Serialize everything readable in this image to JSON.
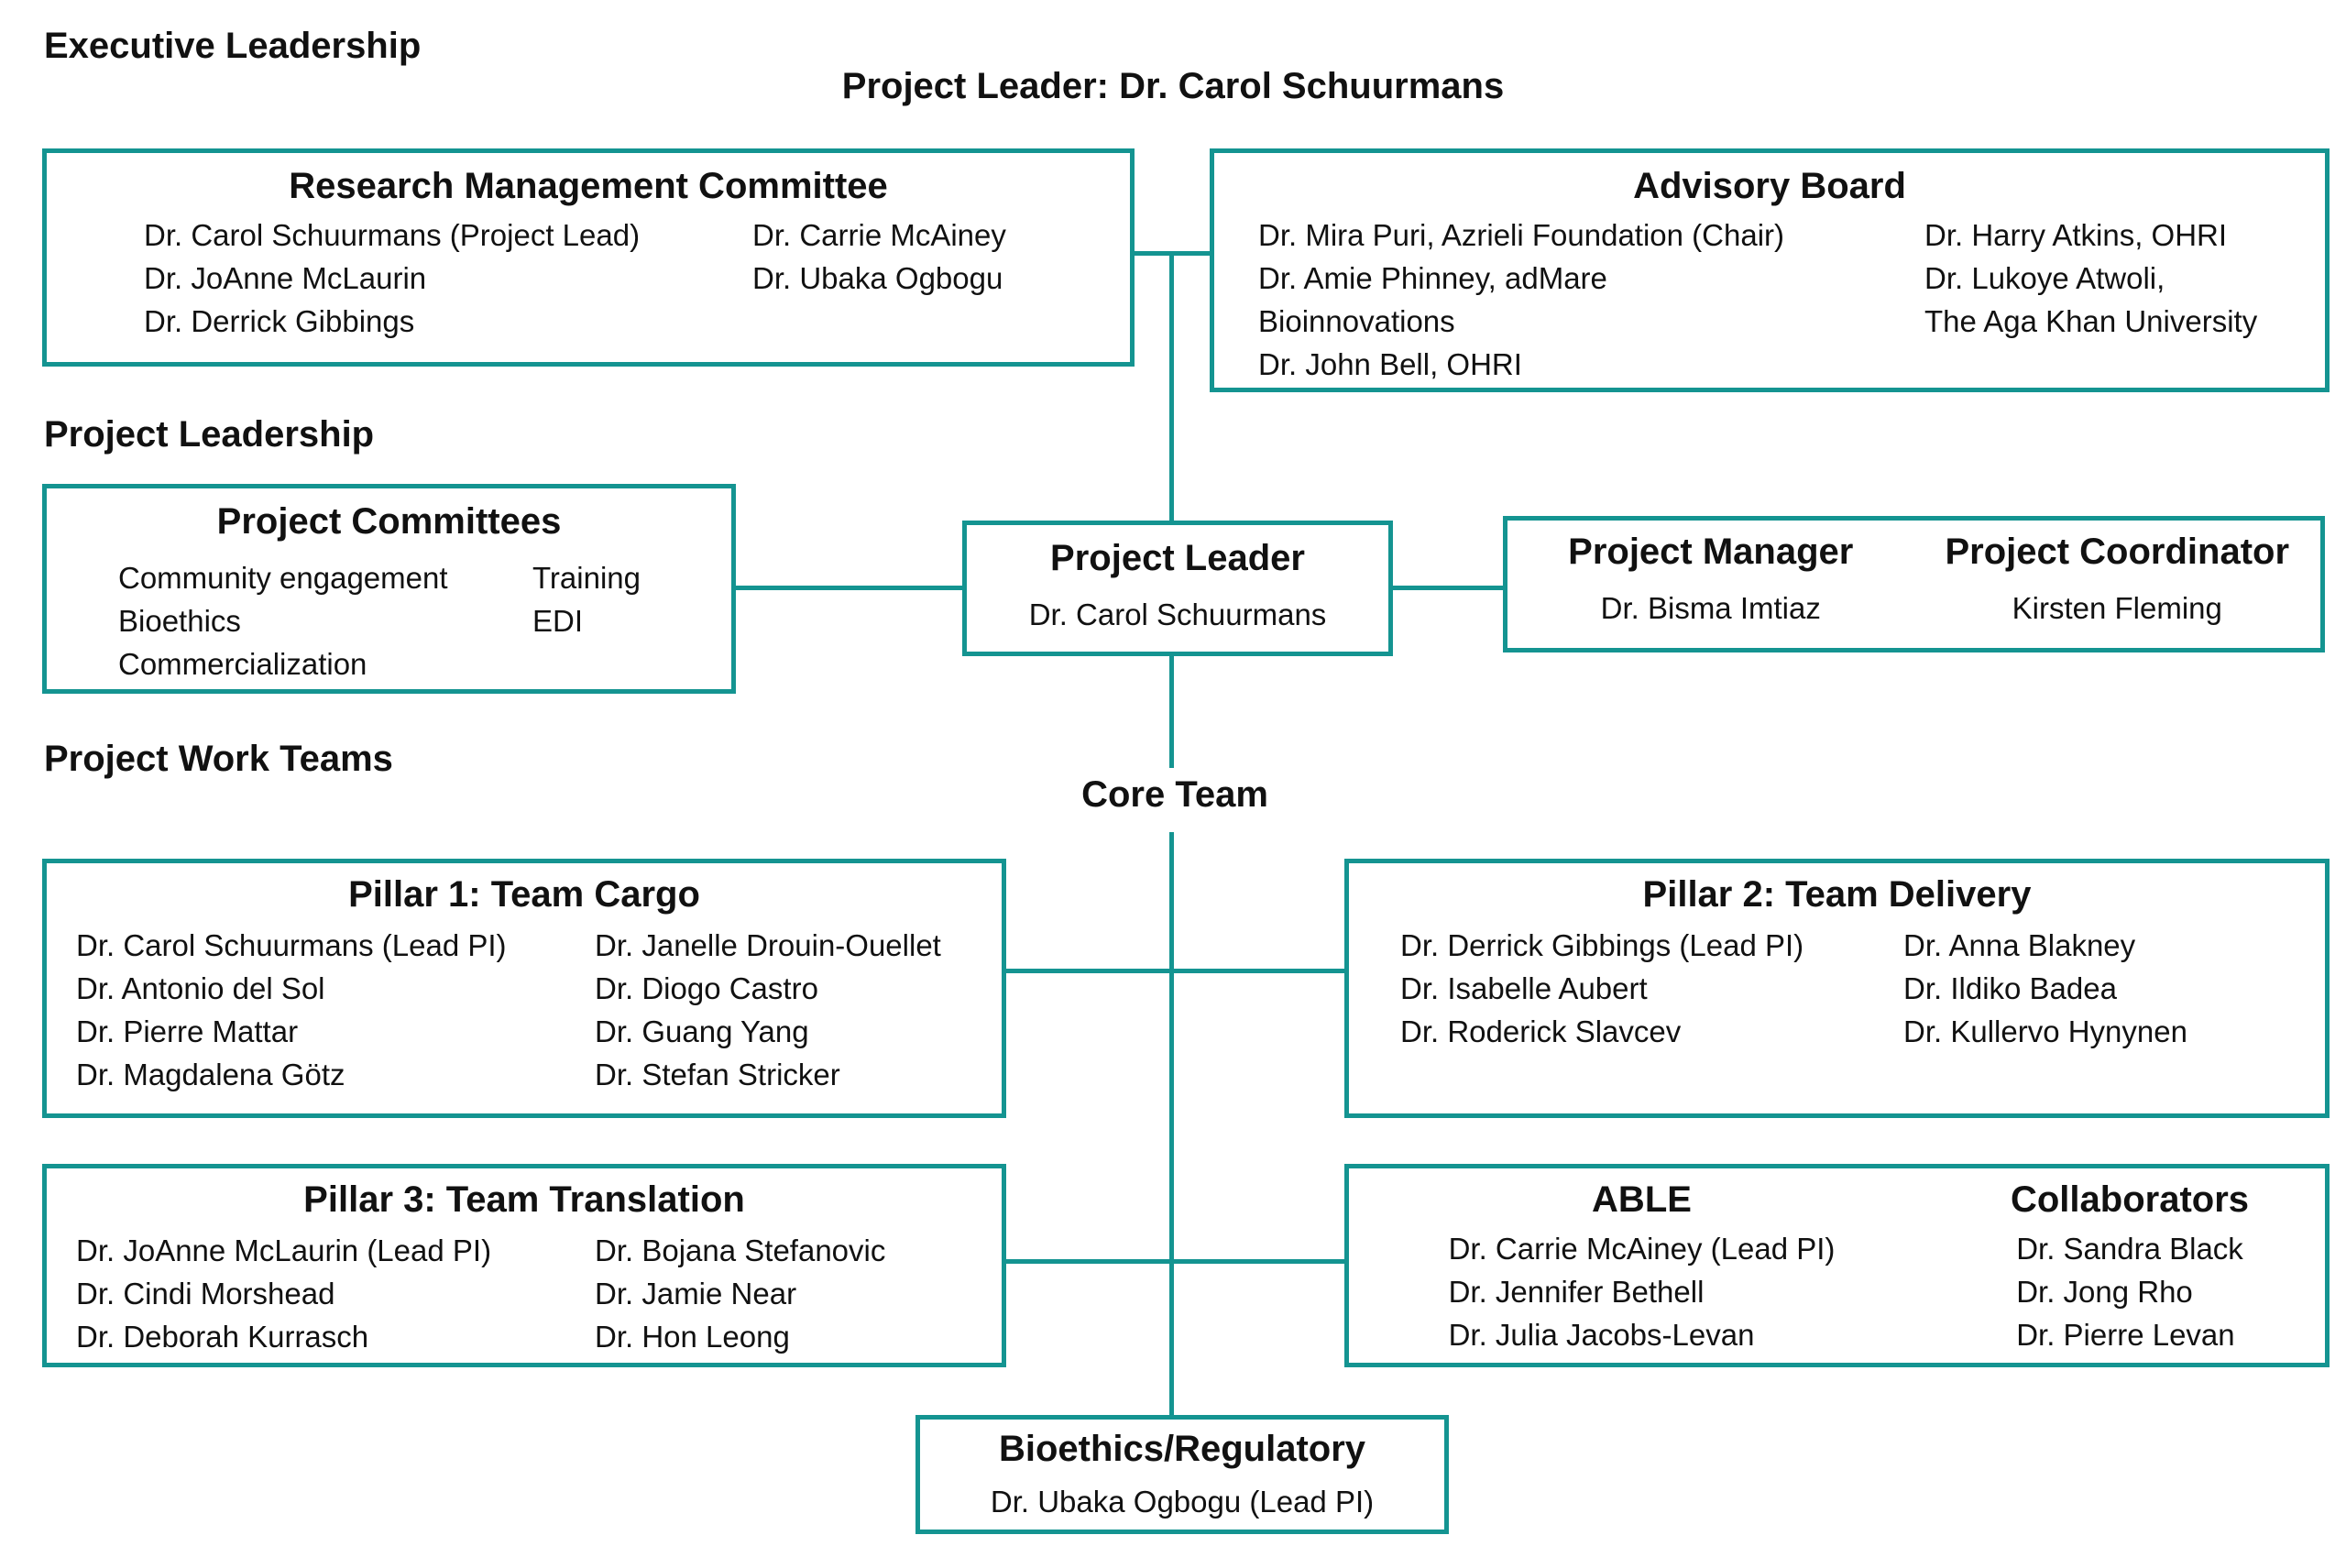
{
  "accent": "#149491",
  "headings": {
    "executive": "Executive Leadership",
    "top_center": "Project Leader: Dr. Carol Schuurmans",
    "project_leadership": "Project Leadership",
    "work_teams": "Project Work Teams",
    "core_team": "Core Team"
  },
  "rmc": {
    "title": "Research Management Committee",
    "col1": [
      "Dr. Carol Schuurmans (Project Lead)",
      "Dr. JoAnne McLaurin",
      "Dr. Derrick Gibbings"
    ],
    "col2": [
      "Dr. Carrie McAiney",
      "Dr. Ubaka Ogbogu"
    ]
  },
  "advisory": {
    "title": "Advisory Board",
    "col1": [
      "Dr. Mira Puri, Azrieli Foundation (Chair)",
      "Dr. Amie Phinney, adMare",
      "Bioinnovations",
      "Dr. John Bell, OHRI"
    ],
    "col2": [
      "Dr. Harry Atkins, OHRI",
      "Dr. Lukoye Atwoli,",
      "The Aga Khan University"
    ]
  },
  "committees": {
    "title": "Project Committees",
    "col1": [
      "Community engagement",
      "Bioethics",
      "Commercialization"
    ],
    "col2": [
      "Training",
      "EDI"
    ]
  },
  "leader": {
    "title": "Project Leader",
    "name": "Dr. Carol Schuurmans"
  },
  "manager": {
    "title": "Project Manager",
    "name": "Dr. Bisma Imtiaz"
  },
  "coordinator": {
    "title": "Project Coordinator",
    "name": "Kirsten Fleming"
  },
  "pillar1": {
    "title": "Pillar 1: Team Cargo",
    "col1": [
      "Dr. Carol Schuurmans (Lead PI)",
      "Dr. Antonio del Sol",
      "Dr. Pierre Mattar",
      "Dr. Magdalena Götz"
    ],
    "col2": [
      "Dr. Janelle Drouin-Ouellet",
      "Dr. Diogo Castro",
      "Dr. Guang Yang",
      "Dr. Stefan Stricker"
    ]
  },
  "pillar2": {
    "title": "Pillar 2: Team Delivery",
    "col1": [
      "Dr. Derrick Gibbings (Lead PI)",
      "Dr. Isabelle Aubert",
      "Dr. Roderick Slavcev"
    ],
    "col2": [
      "Dr. Anna Blakney",
      "Dr. Ildiko Badea",
      "Dr. Kullervo Hynynen"
    ]
  },
  "pillar3": {
    "title": "Pillar 3: Team Translation",
    "col1": [
      "Dr. JoAnne McLaurin (Lead PI)",
      "Dr. Cindi Morshead",
      "Dr. Deborah Kurrasch"
    ],
    "col2": [
      "Dr. Bojana Stefanovic",
      "Dr. Jamie Near",
      "Dr. Hon Leong"
    ]
  },
  "able": {
    "title": "ABLE",
    "members": [
      "Dr. Carrie McAiney (Lead PI)",
      "Dr. Jennifer Bethell",
      "Dr. Julia Jacobs-Levan"
    ]
  },
  "collaborators": {
    "title": "Collaborators",
    "members": [
      "Dr. Sandra Black",
      "Dr. Jong Rho",
      "Dr. Pierre Levan"
    ]
  },
  "bioethics": {
    "title": "Bioethics/Regulatory",
    "name": "Dr. Ubaka Ogbogu (Lead PI)"
  }
}
